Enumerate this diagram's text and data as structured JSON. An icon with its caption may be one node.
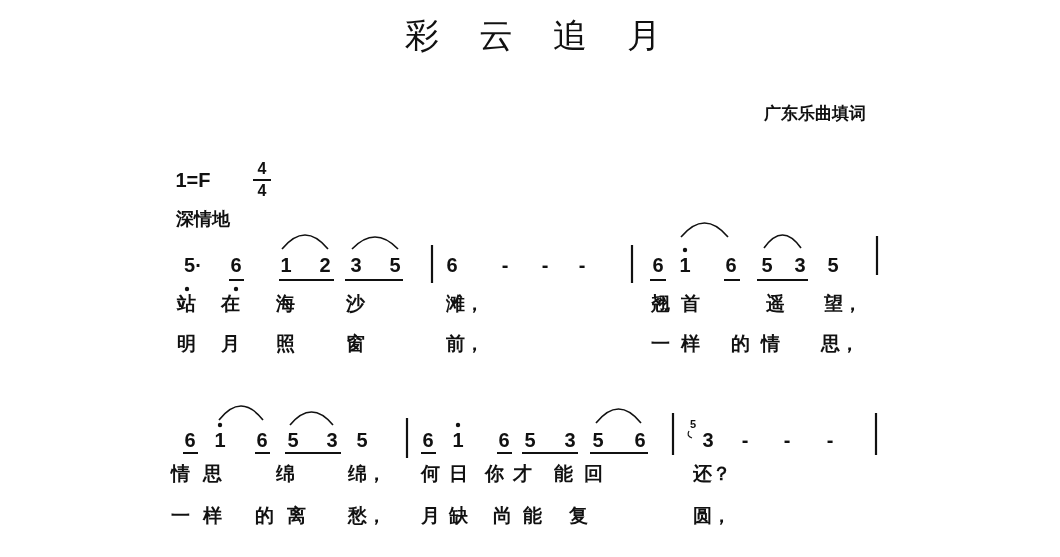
{
  "diagram": {
    "title": "彩云追月",
    "labels": [
      "广东乐曲填词",
      "1=F",
      "4",
      "4",
      "深情地",
      "5·",
      "6",
      "1",
      "2",
      "3",
      "5",
      "6",
      "-",
      "-",
      "-",
      "6",
      "1",
      "6",
      "5",
      "3",
      "5",
      "站",
      "在",
      "海",
      "沙",
      "滩，",
      "翘",
      "首",
      "遥",
      "望，",
      "明",
      "月",
      "照",
      "窗",
      "前，",
      "一",
      "样",
      "的",
      "情",
      "思，",
      "6",
      "1",
      "6",
      "5",
      "3",
      "5",
      "6",
      "1",
      "6",
      "5",
      "3",
      "5",
      "6",
      "5",
      "3",
      "-",
      "-",
      "-",
      "情",
      "思",
      "绵",
      "绵，",
      "何",
      "日",
      "你",
      "才",
      "能",
      "回",
      "还？",
      "一",
      "样",
      "的",
      "离",
      "愁，",
      "月",
      "缺",
      "尚",
      "能",
      "复",
      "圆，"
    ]
  }
}
